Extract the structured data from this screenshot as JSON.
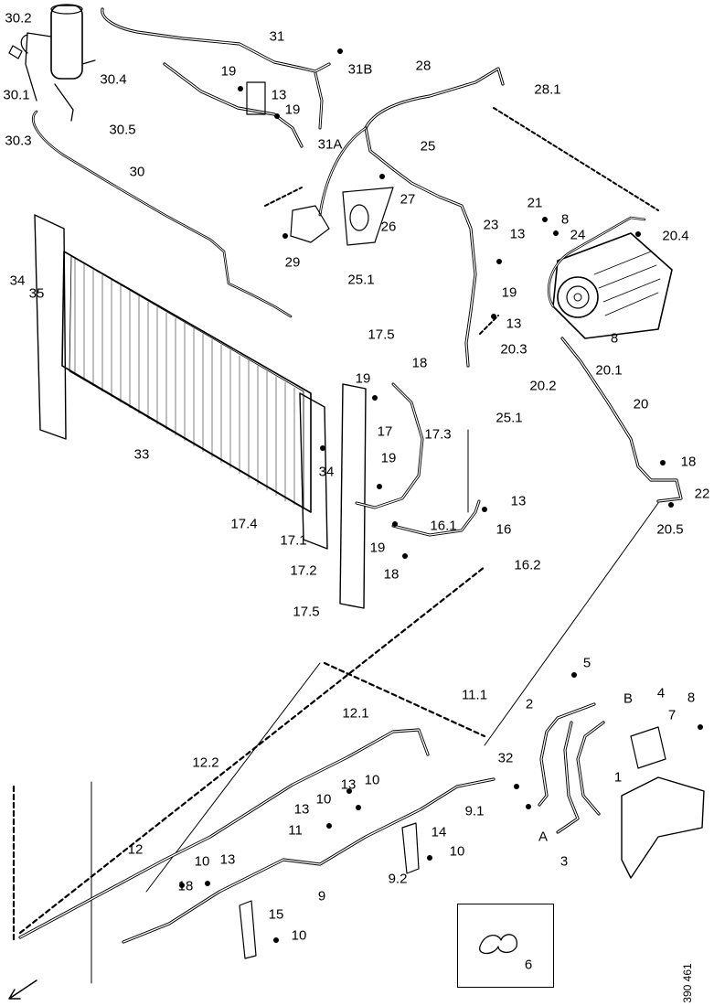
{
  "diagram": {
    "reference_number": "390 461",
    "labels": [
      {
        "key": "l_30_2",
        "text": "30.2"
      },
      {
        "key": "l_30_1",
        "text": "30.1"
      },
      {
        "key": "l_30_4",
        "text": "30.4"
      },
      {
        "key": "l_30_3",
        "text": "30.3"
      },
      {
        "key": "l_30_5",
        "text": "30.5"
      },
      {
        "key": "l_31",
        "text": "31"
      },
      {
        "key": "l_31b",
        "text": "31B"
      },
      {
        "key": "l_31a",
        "text": "31A"
      },
      {
        "key": "l_19a",
        "text": "19"
      },
      {
        "key": "l_13a",
        "text": "13"
      },
      {
        "key": "l_19b",
        "text": "19"
      },
      {
        "key": "l_28",
        "text": "28"
      },
      {
        "key": "l_28_1",
        "text": "28.1"
      },
      {
        "key": "l_25",
        "text": "25"
      },
      {
        "key": "l_30",
        "text": "30"
      },
      {
        "key": "l_27",
        "text": "27"
      },
      {
        "key": "l_26",
        "text": "26"
      },
      {
        "key": "l_25_1a",
        "text": "25.1"
      },
      {
        "key": "l_29",
        "text": "29"
      },
      {
        "key": "l_23",
        "text": "23"
      },
      {
        "key": "l_13b",
        "text": "13"
      },
      {
        "key": "l_19c",
        "text": "19"
      },
      {
        "key": "l_13c",
        "text": "13"
      },
      {
        "key": "l_21",
        "text": "21"
      },
      {
        "key": "l_8a",
        "text": "8"
      },
      {
        "key": "l_24",
        "text": "24"
      },
      {
        "key": "l_20_4",
        "text": "20.4"
      },
      {
        "key": "l_34a",
        "text": "34"
      },
      {
        "key": "l_35",
        "text": "35"
      },
      {
        "key": "l_8b",
        "text": "8"
      },
      {
        "key": "l_20_3",
        "text": "20.3"
      },
      {
        "key": "l_20_1",
        "text": "20.1"
      },
      {
        "key": "l_20_2",
        "text": "20.2"
      },
      {
        "key": "l_17_5a",
        "text": "17.5"
      },
      {
        "key": "l_18a",
        "text": "18"
      },
      {
        "key": "l_19d",
        "text": "19"
      },
      {
        "key": "l_25_1b",
        "text": "25.1"
      },
      {
        "key": "l_20",
        "text": "20"
      },
      {
        "key": "l_17",
        "text": "17"
      },
      {
        "key": "l_17_3",
        "text": "17.3"
      },
      {
        "key": "l_33",
        "text": "33"
      },
      {
        "key": "l_34b",
        "text": "34"
      },
      {
        "key": "l_19e",
        "text": "19"
      },
      {
        "key": "l_18b",
        "text": "18"
      },
      {
        "key": "l_22",
        "text": "22"
      },
      {
        "key": "l_13d",
        "text": "13"
      },
      {
        "key": "l_20_5",
        "text": "20.5"
      },
      {
        "key": "l_17_4",
        "text": "17.4"
      },
      {
        "key": "l_16_1",
        "text": "16.1"
      },
      {
        "key": "l_16",
        "text": "16"
      },
      {
        "key": "l_17_1",
        "text": "17.1"
      },
      {
        "key": "l_19f",
        "text": "19"
      },
      {
        "key": "l_16_2",
        "text": "16.2"
      },
      {
        "key": "l_17_2",
        "text": "17.2"
      },
      {
        "key": "l_18c",
        "text": "18"
      },
      {
        "key": "l_17_5b",
        "text": "17.5"
      },
      {
        "key": "l_5",
        "text": "5"
      },
      {
        "key": "l_11_1",
        "text": "11.1"
      },
      {
        "key": "l_2",
        "text": "2"
      },
      {
        "key": "l_b",
        "text": "B"
      },
      {
        "key": "l_4",
        "text": "4"
      },
      {
        "key": "l_8c",
        "text": "8"
      },
      {
        "key": "l_7",
        "text": "7"
      },
      {
        "key": "l_12_1",
        "text": "12.1"
      },
      {
        "key": "l_32",
        "text": "32"
      },
      {
        "key": "l_1",
        "text": "1"
      },
      {
        "key": "l_12_2",
        "text": "12.2"
      },
      {
        "key": "l_13e",
        "text": "13"
      },
      {
        "key": "l_10a",
        "text": "10"
      },
      {
        "key": "l_13f",
        "text": "13"
      },
      {
        "key": "l_10b",
        "text": "10"
      },
      {
        "key": "l_9_1",
        "text": "9.1"
      },
      {
        "key": "l_11",
        "text": "11"
      },
      {
        "key": "l_14",
        "text": "14"
      },
      {
        "key": "l_a",
        "text": "A"
      },
      {
        "key": "l_12",
        "text": "12"
      },
      {
        "key": "l_10c",
        "text": "10"
      },
      {
        "key": "l_13g",
        "text": "13"
      },
      {
        "key": "l_10d",
        "text": "10"
      },
      {
        "key": "l_9_2",
        "text": "9.2"
      },
      {
        "key": "l_3",
        "text": "3"
      },
      {
        "key": "l_18d",
        "text": "18"
      },
      {
        "key": "l_9",
        "text": "9"
      },
      {
        "key": "l_15",
        "text": "15"
      },
      {
        "key": "l_10e",
        "text": "10"
      },
      {
        "key": "l_6",
        "text": "6"
      }
    ]
  }
}
